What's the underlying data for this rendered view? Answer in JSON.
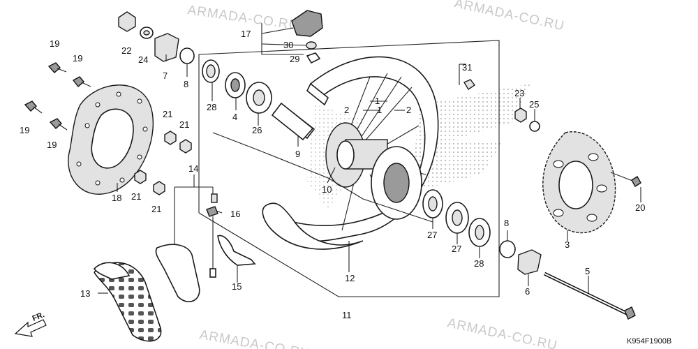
{
  "watermark": {
    "text": "ARMADA-CO.RU"
  },
  "diagram_code": "K954F1900B",
  "direction_label": "FR.",
  "callouts": {
    "c1a": "1",
    "c1b": "1",
    "c2a": "2",
    "c2b": "2",
    "c3": "3",
    "c4": "4",
    "c5": "5",
    "c6": "6",
    "c7": "7",
    "c8a": "8",
    "c8b": "8",
    "c9": "9",
    "c10": "10",
    "c11": "11",
    "c12": "12",
    "c13": "13",
    "c14": "14",
    "c15": "15",
    "c16": "16",
    "c17": "17",
    "c18": "18",
    "c19a": "19",
    "c19b": "19",
    "c19c": "19",
    "c19d": "19",
    "c20": "20",
    "c21a": "21",
    "c21b": "21",
    "c21c": "21",
    "c21d": "21",
    "c22": "22",
    "c23": "23",
    "c24": "24",
    "c25": "25",
    "c26": "26",
    "c27a": "27",
    "c27b": "27",
    "c28a": "28",
    "c28b": "28",
    "c29": "29",
    "c30": "30",
    "c31": "31"
  },
  "colors": {
    "line": "#222222",
    "watermark": "#c9c9c9",
    "background": "#ffffff"
  }
}
